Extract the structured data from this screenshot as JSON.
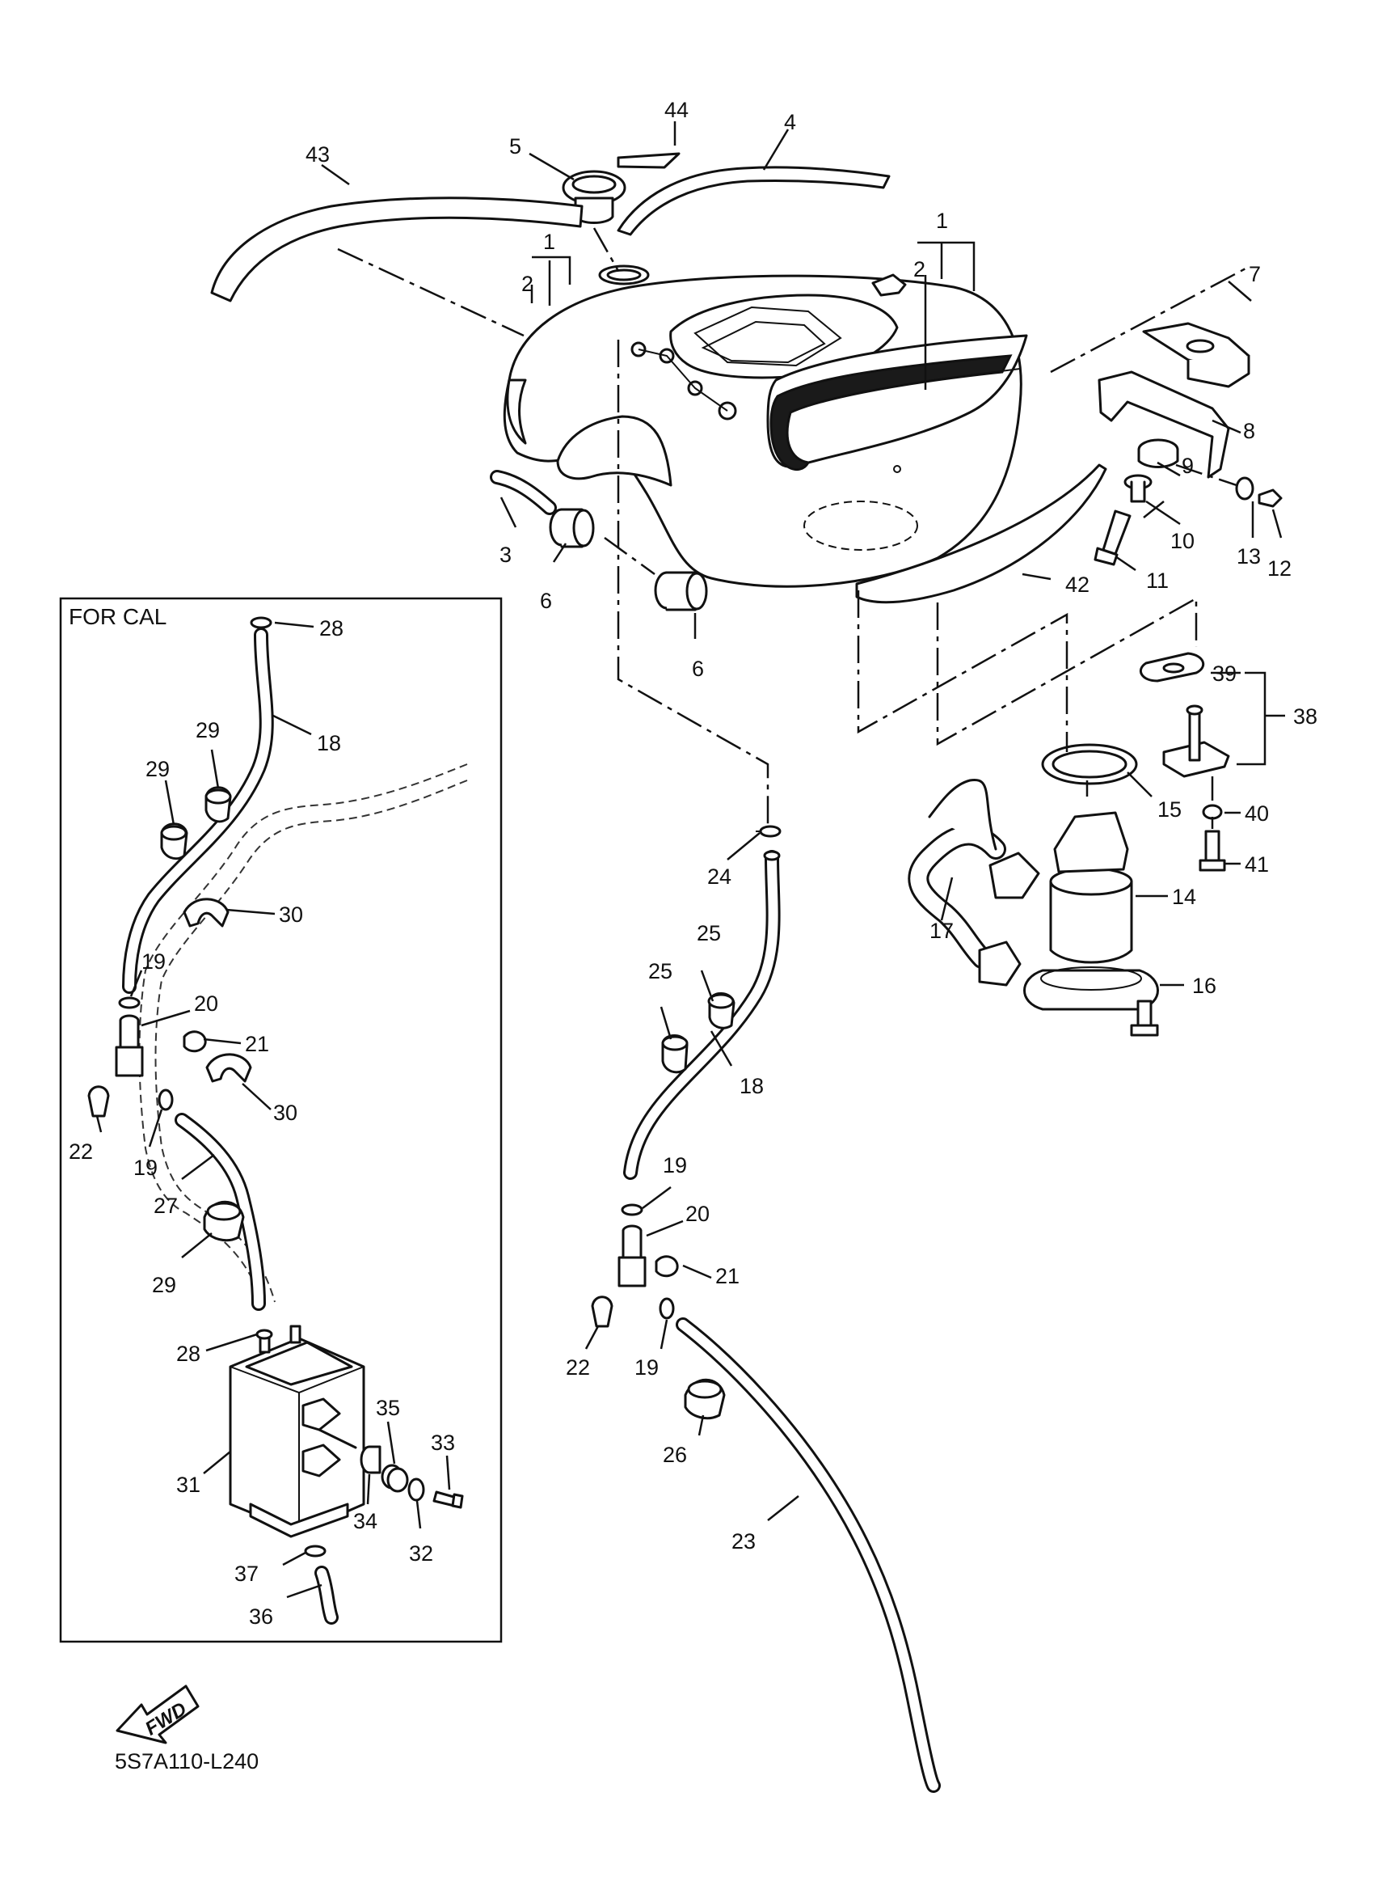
{
  "diagram": {
    "inset_title": "FOR CAL",
    "direction_badge": "FWD",
    "drawing_code": "5S7A110-L240"
  },
  "callouts": [
    {
      "key": "c43",
      "text": "43"
    },
    {
      "key": "c44",
      "text": "44"
    },
    {
      "key": "c5",
      "text": "5"
    },
    {
      "key": "c4",
      "text": "4"
    },
    {
      "key": "c1a",
      "text": "1"
    },
    {
      "key": "c2a",
      "text": "2"
    },
    {
      "key": "c1b",
      "text": "1"
    },
    {
      "key": "c2b",
      "text": "2"
    },
    {
      "key": "c7",
      "text": "7"
    },
    {
      "key": "c8",
      "text": "8"
    },
    {
      "key": "c9",
      "text": "9"
    },
    {
      "key": "c10",
      "text": "10"
    },
    {
      "key": "c13",
      "text": "13"
    },
    {
      "key": "c12",
      "text": "12"
    },
    {
      "key": "c11",
      "text": "11"
    },
    {
      "key": "c42",
      "text": "42"
    },
    {
      "key": "c3",
      "text": "3"
    },
    {
      "key": "c6a",
      "text": "6"
    },
    {
      "key": "c6b",
      "text": "6"
    },
    {
      "key": "c39",
      "text": "39"
    },
    {
      "key": "c38",
      "text": "38"
    },
    {
      "key": "c15",
      "text": "15"
    },
    {
      "key": "c40",
      "text": "40"
    },
    {
      "key": "c41",
      "text": "41"
    },
    {
      "key": "c14",
      "text": "14"
    },
    {
      "key": "c17",
      "text": "17"
    },
    {
      "key": "c16",
      "text": "16"
    },
    {
      "key": "c24",
      "text": "24"
    },
    {
      "key": "c25a",
      "text": "25"
    },
    {
      "key": "c25b",
      "text": "25"
    },
    {
      "key": "c18b",
      "text": "18"
    },
    {
      "key": "c19c",
      "text": "19"
    },
    {
      "key": "c20b",
      "text": "20"
    },
    {
      "key": "c21b",
      "text": "21"
    },
    {
      "key": "c22b",
      "text": "22"
    },
    {
      "key": "c19d",
      "text": "19"
    },
    {
      "key": "c26",
      "text": "26"
    },
    {
      "key": "c23",
      "text": "23"
    },
    {
      "key": "c28a",
      "text": "28"
    },
    {
      "key": "c18a",
      "text": "18"
    },
    {
      "key": "c29a",
      "text": "29"
    },
    {
      "key": "c29b",
      "text": "29"
    },
    {
      "key": "c30a",
      "text": "30"
    },
    {
      "key": "c19a",
      "text": "19"
    },
    {
      "key": "c20a",
      "text": "20"
    },
    {
      "key": "c21a",
      "text": "21"
    },
    {
      "key": "c30b",
      "text": "30"
    },
    {
      "key": "c22a",
      "text": "22"
    },
    {
      "key": "c19b",
      "text": "19"
    },
    {
      "key": "c27",
      "text": "27"
    },
    {
      "key": "c29c",
      "text": "29"
    },
    {
      "key": "c28b",
      "text": "28"
    },
    {
      "key": "c35",
      "text": "35"
    },
    {
      "key": "c33",
      "text": "33"
    },
    {
      "key": "c31",
      "text": "31"
    },
    {
      "key": "c34",
      "text": "34"
    },
    {
      "key": "c32",
      "text": "32"
    },
    {
      "key": "c37",
      "text": "37"
    },
    {
      "key": "c36",
      "text": "36"
    }
  ]
}
